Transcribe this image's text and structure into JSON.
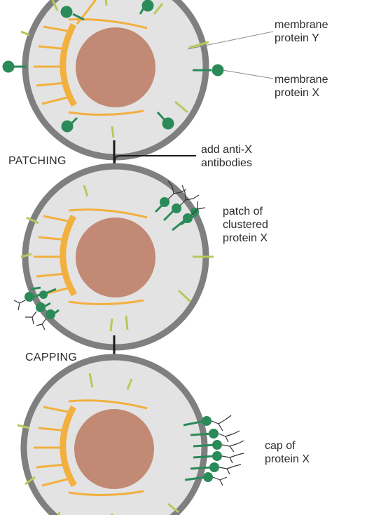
{
  "labels": {
    "membrane_protein_y": "membrane\nprotein Y",
    "membrane_protein_x": "membrane\nprotein X",
    "patching": "PATCHING",
    "add_antibodies": "add anti-X\nantibodies",
    "patch": "patch of\nclustered\nprotein X",
    "capping": "CAPPING",
    "cap": "cap of\nprotein X"
  },
  "colors": {
    "membrane": "#7f7f7f",
    "cytoplasm": "#e3e3e3",
    "nucleus": "#c28a74",
    "cytoskeleton": "#f2b03f",
    "protein_x": "#2a8b58",
    "protein_y": "#b6c95a",
    "antibody": "#333333"
  }
}
